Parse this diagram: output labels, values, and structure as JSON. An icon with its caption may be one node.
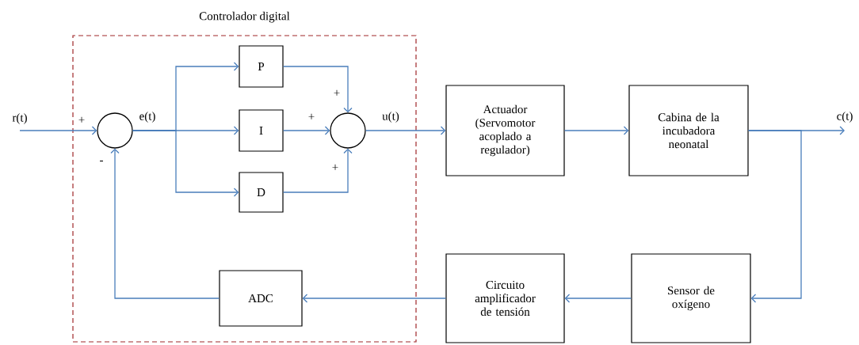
{
  "diagram": {
    "nodes": [
      {
        "text": [
          "Controlador digital"
        ]
      },
      {
        "text": [],
        "shape": "circle",
        "in": 0
      },
      {
        "text": [
          "P"
        ],
        "in": 0
      },
      {
        "text": [
          "I"
        ],
        "in": 0
      },
      {
        "text": [
          "D"
        ],
        "in": 0
      },
      {
        "text": [],
        "shape": "circle",
        "in": 0
      },
      {
        "text": [
          "ADC"
        ],
        "in": 0
      },
      {
        "text": [
          "Actuador (Servomotor acoplado a regulador)"
        ]
      },
      {
        "text": [
          "Cabina de la incubadora neonatal"
        ]
      },
      {
        "text": [
          "Sensor de oxígeno"
        ]
      },
      {
        "text": [
          "Circuito amplificador de tensión"
        ]
      },
      {
        "text": [
          "r(t)"
        ]
      },
      {
        "text": [
          "c(t)"
        ]
      }
    ],
    "edges": [
      {
        "from": 11,
        "to": 1,
        "arrow": "to"
      },
      {
        "from": 1,
        "to": 2,
        "arrow": "to"
      },
      {
        "from": 1,
        "to": 3,
        "arrow": "to"
      },
      {
        "from": 1,
        "to": 4,
        "arrow": "to"
      },
      {
        "from": 2,
        "to": 5,
        "arrow": "to"
      },
      {
        "from": 3,
        "to": 5,
        "arrow": "to"
      },
      {
        "from": 4,
        "to": 5,
        "arrow": "to"
      },
      {
        "from": 5,
        "to": 7,
        "arrow": "to"
      },
      {
        "from": 7,
        "to": 8,
        "arrow": "to"
      },
      {
        "from": 8,
        "to": 12,
        "arrow": "to"
      },
      {
        "from": 8,
        "to": 9,
        "arrow": "to"
      },
      {
        "from": 9,
        "to": 10,
        "arrow": "to"
      },
      {
        "from": 10,
        "to": 6,
        "arrow": "to"
      },
      {
        "from": 6,
        "to": 1,
        "arrow": "to"
      }
    ],
    "labels": [
      "+",
      "-",
      "e(t)",
      "+",
      "+",
      "+",
      "u(t)"
    ]
  }
}
